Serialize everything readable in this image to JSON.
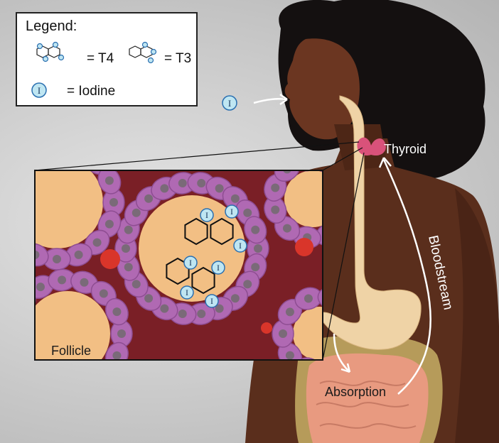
{
  "legend": {
    "title": "Legend:",
    "t4_label": "= T4",
    "t3_label": "= T3",
    "iodine_label": "= Iodine",
    "iodine_symbol": "I"
  },
  "labels": {
    "thyroid": "Thyroid",
    "bloodstream": "Bloodstream",
    "absorption": "Absorption",
    "follicle": "Follicle"
  },
  "colors": {
    "skin": "#5a2e1c",
    "skin_shadow": "#3e1e12",
    "hair": "#141010",
    "thyroid": "#d9527a",
    "digestive_tract": "#efd3a6",
    "intestine": "#e89a80",
    "follicle_colloid": "#f2bf84",
    "follicle_cells": "#b069b3",
    "cell_nucleus": "#7a6a78",
    "connective_tissue": "#7a1f26",
    "red_blood_cell": "#d9352a",
    "iodine_fill": "#bfe6f2",
    "iodine_stroke": "#2a6fb0"
  }
}
